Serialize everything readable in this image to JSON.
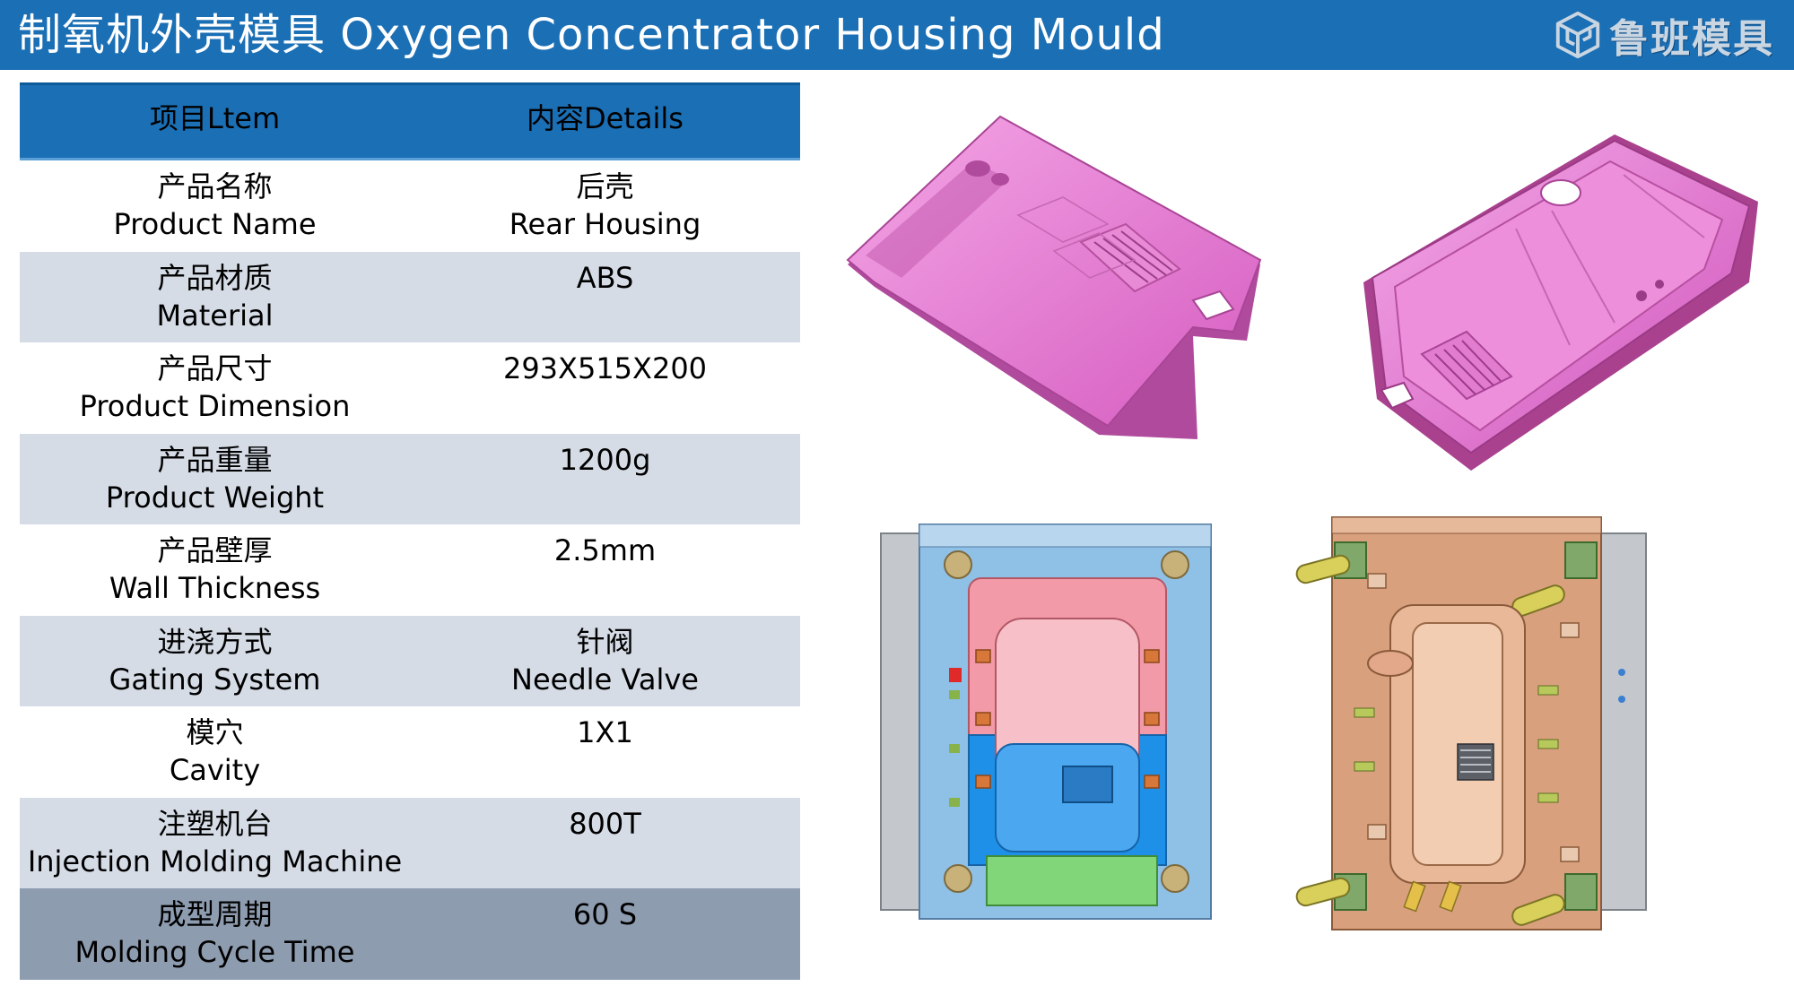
{
  "header": {
    "title": "制氧机外壳模具 Oxygen Concentrator Housing Mould",
    "logo_text": "鲁班模具",
    "logo_icon": "cube-logo-icon"
  },
  "table": {
    "columns": [
      "项目Ltem",
      "内容Details"
    ],
    "rows": [
      {
        "item_cn": "产品名称",
        "item_en": "Product Name",
        "value_cn": "后壳",
        "value_en": "Rear Housing"
      },
      {
        "item_cn": "产品材质",
        "item_en": "Material",
        "value_cn": "ABS",
        "value_en": ""
      },
      {
        "item_cn": "产品尺寸",
        "item_en": "Product Dimension",
        "value_cn": "293X515X200",
        "value_en": ""
      },
      {
        "item_cn": "产品重量",
        "item_en": "Product Weight",
        "value_cn": "1200g",
        "value_en": ""
      },
      {
        "item_cn": "产品壁厚",
        "item_en": "Wall Thickness",
        "value_cn": "2.5mm",
        "value_en": ""
      },
      {
        "item_cn": "进浇方式",
        "item_en": "Gating System",
        "value_cn": "针阀",
        "value_en": "Needle Valve"
      },
      {
        "item_cn": "模穴",
        "item_en": "Cavity",
        "value_cn": "1X1",
        "value_en": ""
      },
      {
        "item_cn": "注塑机台",
        "item_en": "Injection Molding Machine",
        "value_cn": "800T",
        "value_en": ""
      },
      {
        "item_cn": "成型周期",
        "item_en": "Molding Cycle Time",
        "value_cn": "60 S",
        "value_en": ""
      }
    ]
  },
  "colors": {
    "header_bg": "#1b6fb5",
    "row_alt": "#d5dce6",
    "row_last": "#8e9cb0",
    "part_pink": "#e77ad3",
    "mould_blue": "#8fc0e6",
    "mould_copper": "#d9a07e"
  }
}
